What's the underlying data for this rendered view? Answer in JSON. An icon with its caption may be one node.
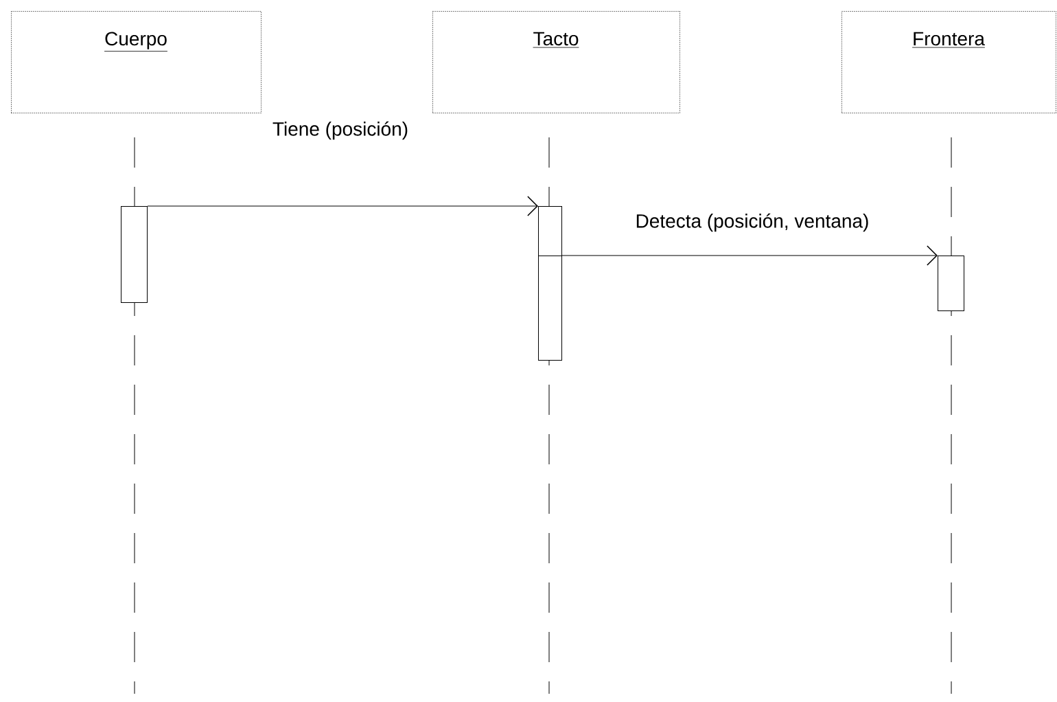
{
  "diagram": {
    "nodes": [
      {
        "text": [
          "Cuerpo"
        ]
      },
      {
        "text": [
          "Tacto"
        ]
      },
      {
        "text": [
          "Frontera"
        ]
      },
      {
        "text": [],
        "shape": "bar"
      },
      {
        "text": [],
        "shape": "bar"
      },
      {
        "text": [],
        "shape": "bar"
      },
      {
        "text": [],
        "shape": "bar"
      }
    ],
    "edges": [
      {
        "from": 3,
        "to": 4,
        "arrow": "to",
        "label": "Tiene (posición)"
      },
      {
        "from": 5,
        "to": 6,
        "arrow": "to",
        "label": "Detecta (posición, ventana)"
      }
    ]
  }
}
